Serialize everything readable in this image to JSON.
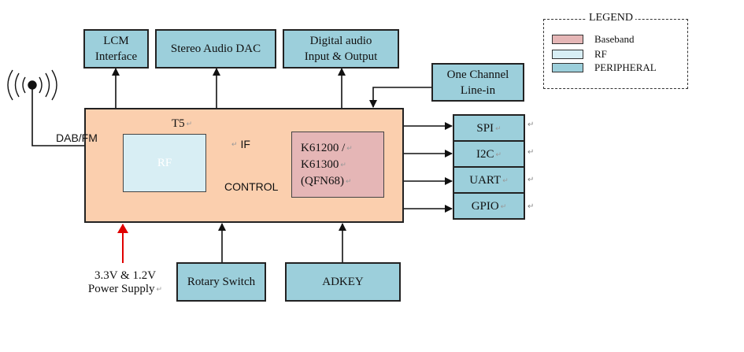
{
  "blocks": {
    "lcm": [
      "LCM",
      "Interface"
    ],
    "stereo_dac": "Stereo Audio DAC",
    "digital_audio": [
      "Digital audio",
      "Input & Output"
    ],
    "line_in": [
      "One Channel",
      "Line-in"
    ],
    "spi": "SPI",
    "i2c": "I2C",
    "uart": "UART",
    "gpio": "GPIO",
    "rotary": "Rotary Switch",
    "adkey": "ADKEY",
    "rf": "RF",
    "t5": "T5",
    "baseband": [
      "K61200 /",
      "K61300",
      "(QFN68)"
    ]
  },
  "signals": {
    "dab_fm": "DAB/FM",
    "if": "IF",
    "control": "CONTROL"
  },
  "power": [
    "3.3V & 1.2V",
    "Power Supply"
  ],
  "legend": {
    "title": "LEGEND",
    "items": [
      {
        "label": "Baseband",
        "color": "#e5b6b6"
      },
      {
        "label": "RF",
        "color": "#d8eef4"
      },
      {
        "label": "PERIPHERAL",
        "color": "#9ccfdb"
      }
    ]
  },
  "colors": {
    "t5_chip": "#fbcfae",
    "rf": "#d8eef4",
    "baseband": "#e5b6b6",
    "peripheral": "#9ccfdb",
    "power_arrow": "#e00000"
  }
}
